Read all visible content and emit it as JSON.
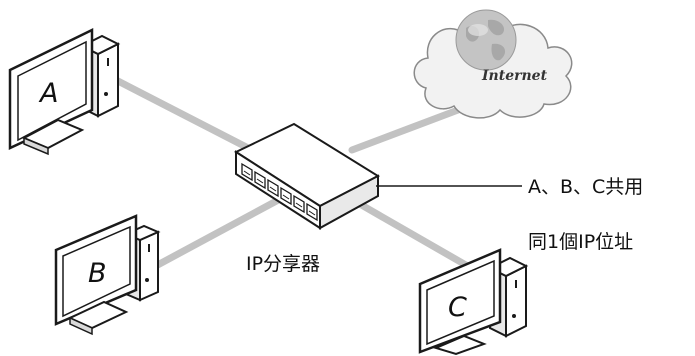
{
  "diagram": {
    "computers": [
      {
        "id": "a",
        "label": "A"
      },
      {
        "id": "b",
        "label": "B"
      },
      {
        "id": "c",
        "label": "C"
      }
    ],
    "router": {
      "label": "IP分享器"
    },
    "cloud": {
      "label": "Internet"
    },
    "note": {
      "line1": "A、B、C共用",
      "line2": "同1個IP位址"
    },
    "colors": {
      "cable": "#c2c2c2",
      "outline": "#1a1a1a",
      "router_fill": "#ffffff",
      "cloud_fill": "#f2f2f2",
      "globe": "#bcbcbc"
    }
  }
}
